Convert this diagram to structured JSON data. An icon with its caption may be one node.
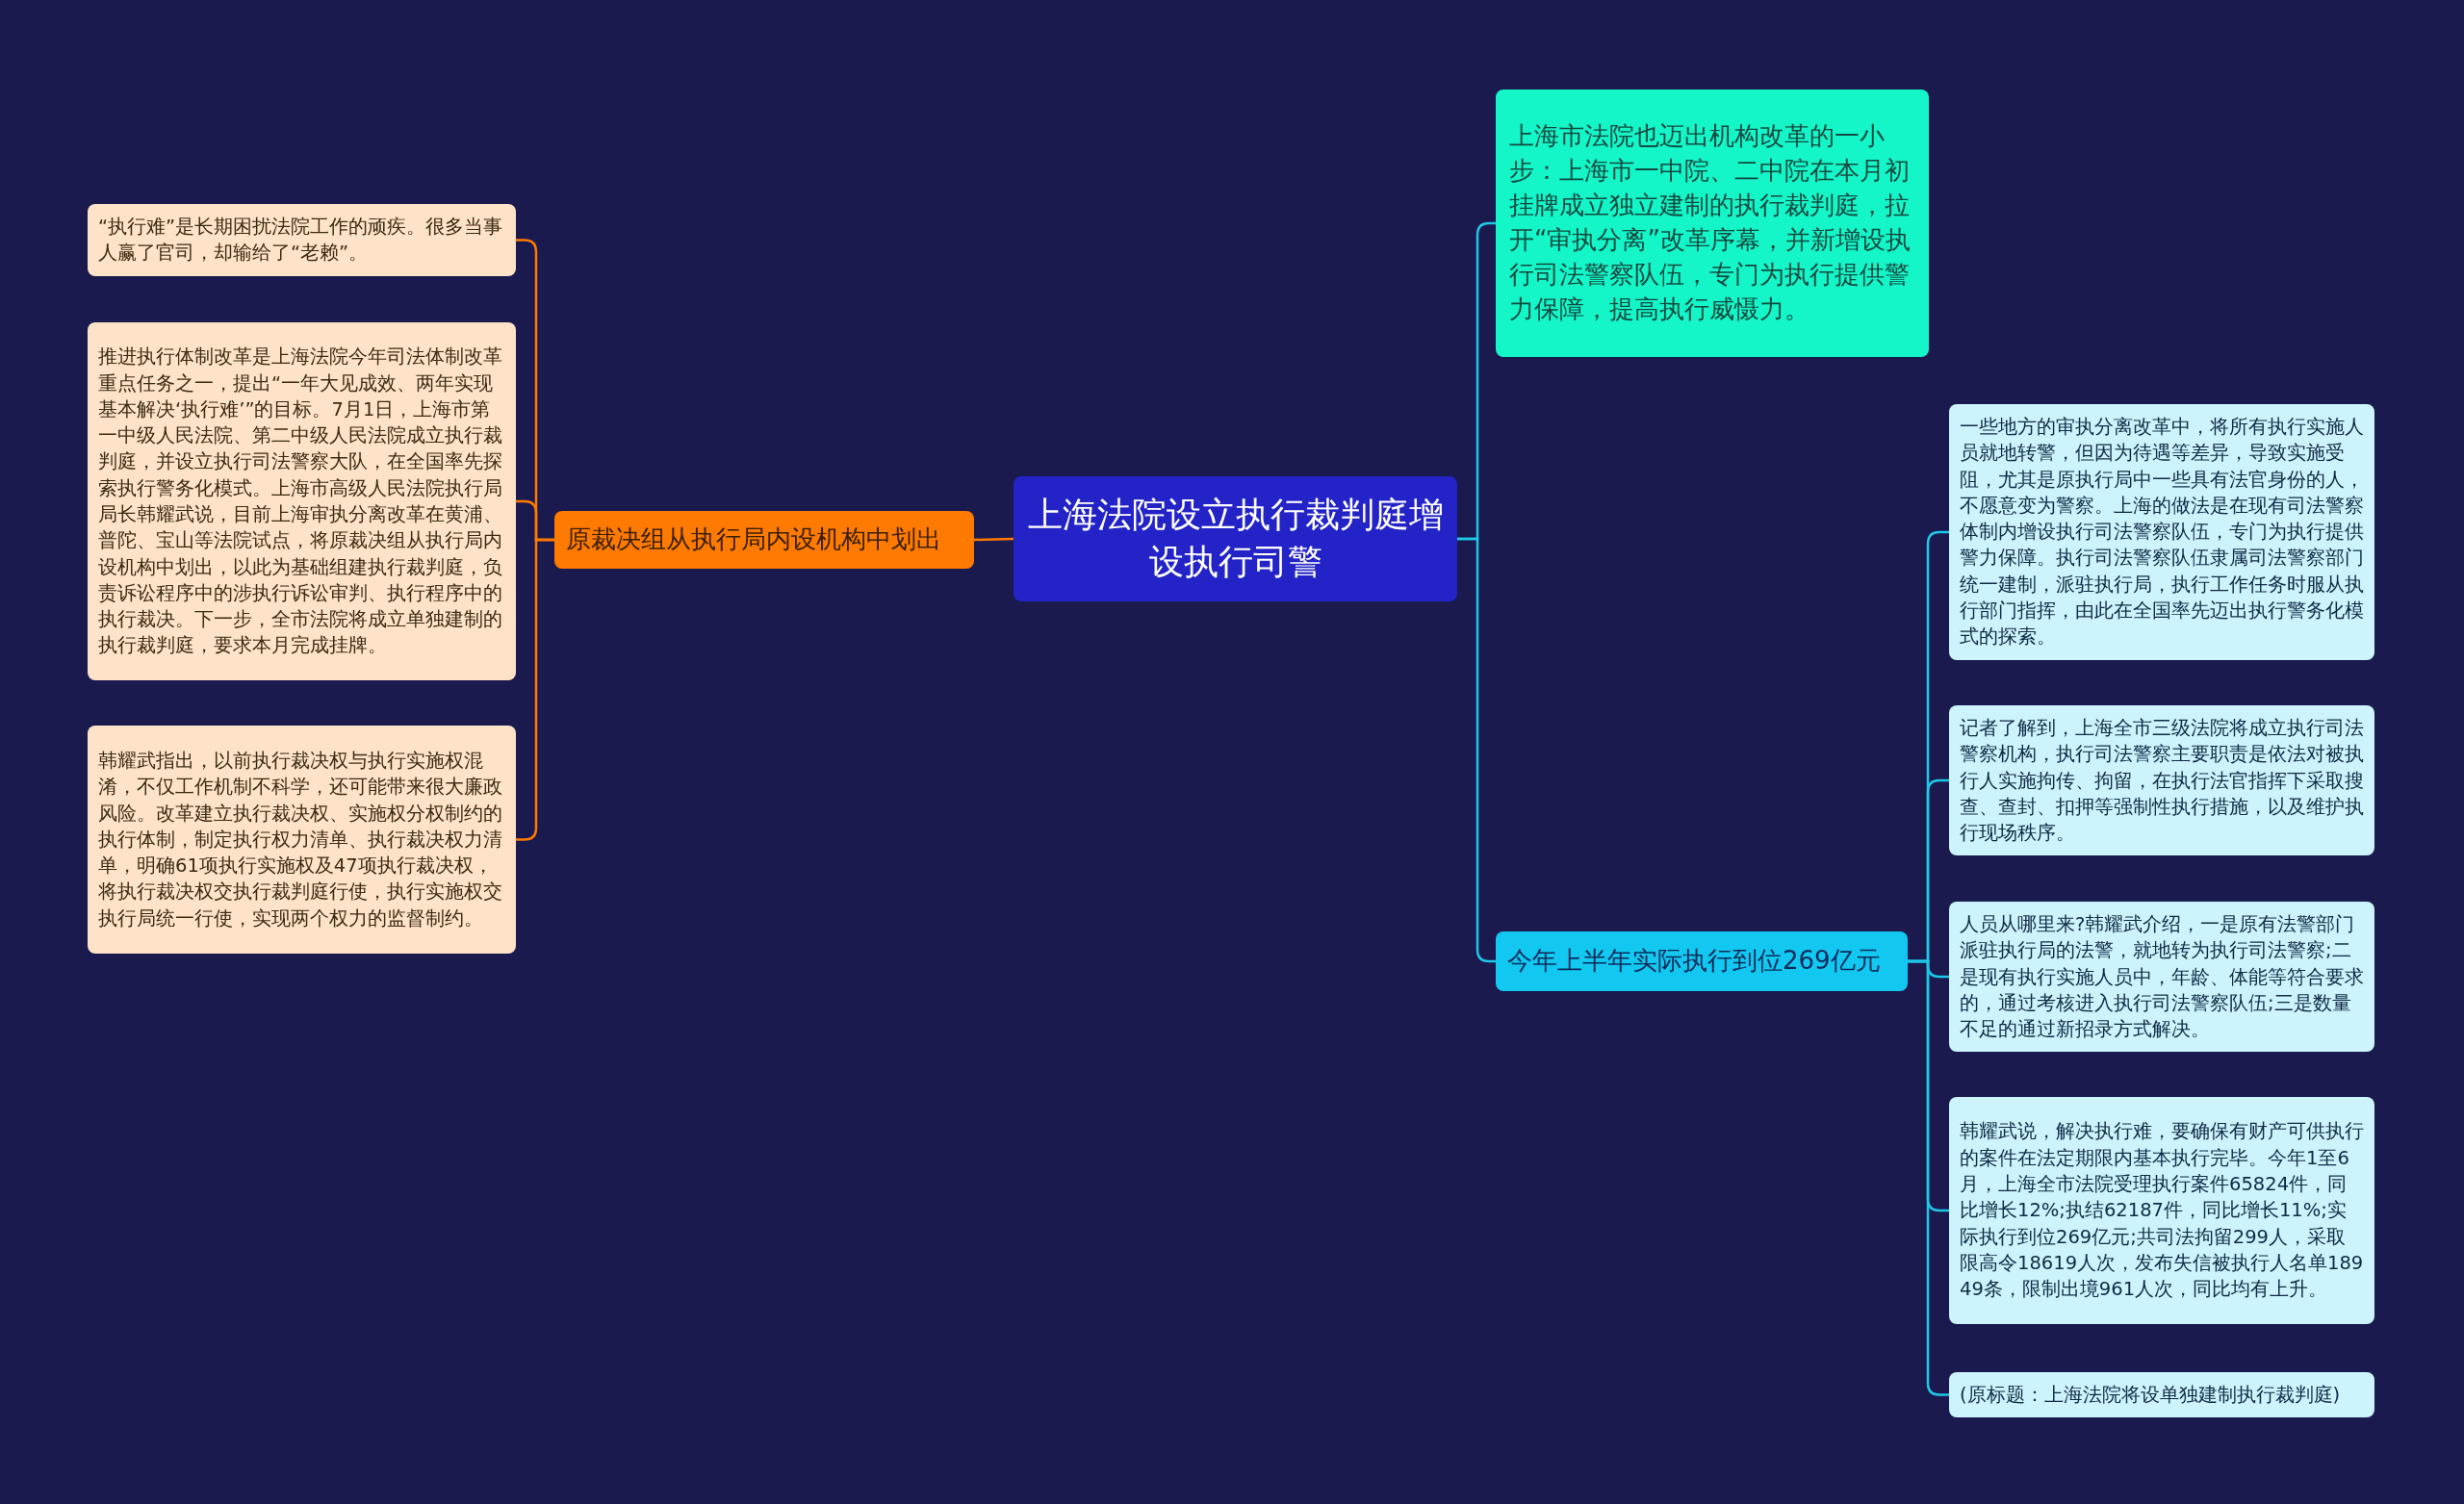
{
  "diagram": {
    "nodes": [
      {
        "text": [
          "上海法院设立执行裁判庭增设执行司警"
        ]
      },
      {
        "text": [
          "原裁决组从执行局内设机构中划出"
        ]
      },
      {
        "text": [
          "“执行难”是长期困扰法院工作的顽疾。很多当事人赢了官司，却输给了“老赖”。"
        ]
      },
      {
        "text": [
          "推进执行体制改革是上海法院今年司法体制改革重点任务之一，提出“一年大见成效、两年实现基本解决‘执行难’”的目标。7月1日，上海市第一中级人民法院、第二中级人民法院成立执行裁判庭，并设立执行司法警察大队，在全国率先探索执行警务化模式。上海市高级人民法院执行局局长韩耀武说，目前上海审执分离改革在黄浦、普陀、宝山等法院试点，将原裁决组从执行局内设机构中划出，以此为基础组建执行裁判庭，负责诉讼程序中的涉执行诉讼审判、执行程序中的执行裁决。下一步，全市法院将成立单独建制的执行裁判庭，要求本月完成挂牌。"
        ]
      },
      {
        "text": [
          "韩耀武指出，以前执行裁决权与执行实施权混淆，不仅工作机制不科学，还可能带来很大廉政风险。改革建立执行裁决权、实施权分权制约的执行体制，制定执行权力清单、执行裁决权力清单，明确61项执行实施权及47项执行裁决权，将执行裁决权交执行裁判庭行使，执行实施权交执行局统一行使，实现两个权力的监督制约。"
        ]
      },
      {
        "text": [
          "上海市法院也迈出机构改革的一小步：上海市一中院、二中院在本月初挂牌成立独立建制的执行裁判庭，拉开“审执分离”改革序幕，并新增设执行司法警察队伍，专门为执行提供警力保障，提高执行威慑力。"
        ]
      },
      {
        "text": [
          "今年上半年实际执行到位269亿元"
        ]
      },
      {
        "text": [
          "一些地方的审执分离改革中，将所有执行实施人员就地转警，但因为待遇等差异，导致实施受阻，尤其是原执行局中一些具有法官身份的人，不愿意变为警察。上海的做法是在现有司法警察体制内增设执行司法警察队伍，专门为执行提供警力保障。执行司法警察队伍隶属司法警察部门统一建制，派驻执行局，执行工作任务时服从执行部门指挥，由此在全国率先迈出执行警务化模式的探索。"
        ]
      },
      {
        "text": [
          "记者了解到，上海全市三级法院将成立执行司法警察机构，执行司法警察主要职责是依法对被执行人实施拘传、拘留，在执行法官指挥下采取搜查、查封、扣押等强制性执行措施，以及维护执行现场秩序。"
        ]
      },
      {
        "text": [
          "人员从哪里来?韩耀武介绍，一是原有法警部门派驻执行局的法警，就地转为执行司法警察;二是现有执行实施人员中，年龄、体能等符合要求的，通过考核进入执行司法警察队伍;三是数量不足的通过新招录方式解决。"
        ]
      },
      {
        "text": [
          "韩耀武说，解决执行难，要确保有财产可供执行的案件在法定期限内基本执行完毕。今年1至6月，上海全市法院受理执行案件65824件，同比增长12%;执结62187件，同比增长11%;实际执行到位269亿元;共司法拘留299人，采取限高令18619人次，发布失信被执行人名单18949条，限制出境961人次，同比均有上升。"
        ]
      },
      {
        "text": [
          "(原标题：上海法院将设单独建制执行裁判庭)"
        ]
      }
    ],
    "edges": [
      {
        "from": 0,
        "to": 1,
        "arrow": "none",
        "color": "#ff7a00"
      },
      {
        "from": 1,
        "to": 2,
        "arrow": "none",
        "color": "#ff7a00"
      },
      {
        "from": 1,
        "to": 3,
        "arrow": "none",
        "color": "#ff7a00"
      },
      {
        "from": 1,
        "to": 4,
        "arrow": "none",
        "color": "#ff7a00"
      },
      {
        "from": 0,
        "to": 5,
        "arrow": "none"
      },
      {
        "from": 0,
        "to": 6,
        "arrow": "none"
      },
      {
        "from": 6,
        "to": 7,
        "arrow": "none"
      },
      {
        "from": 6,
        "to": 8,
        "arrow": "none"
      },
      {
        "from": 6,
        "to": 9,
        "arrow": "none"
      },
      {
        "from": 6,
        "to": 10,
        "arrow": "none"
      },
      {
        "from": 6,
        "to": 11,
        "arrow": "none"
      }
    ]
  }
}
